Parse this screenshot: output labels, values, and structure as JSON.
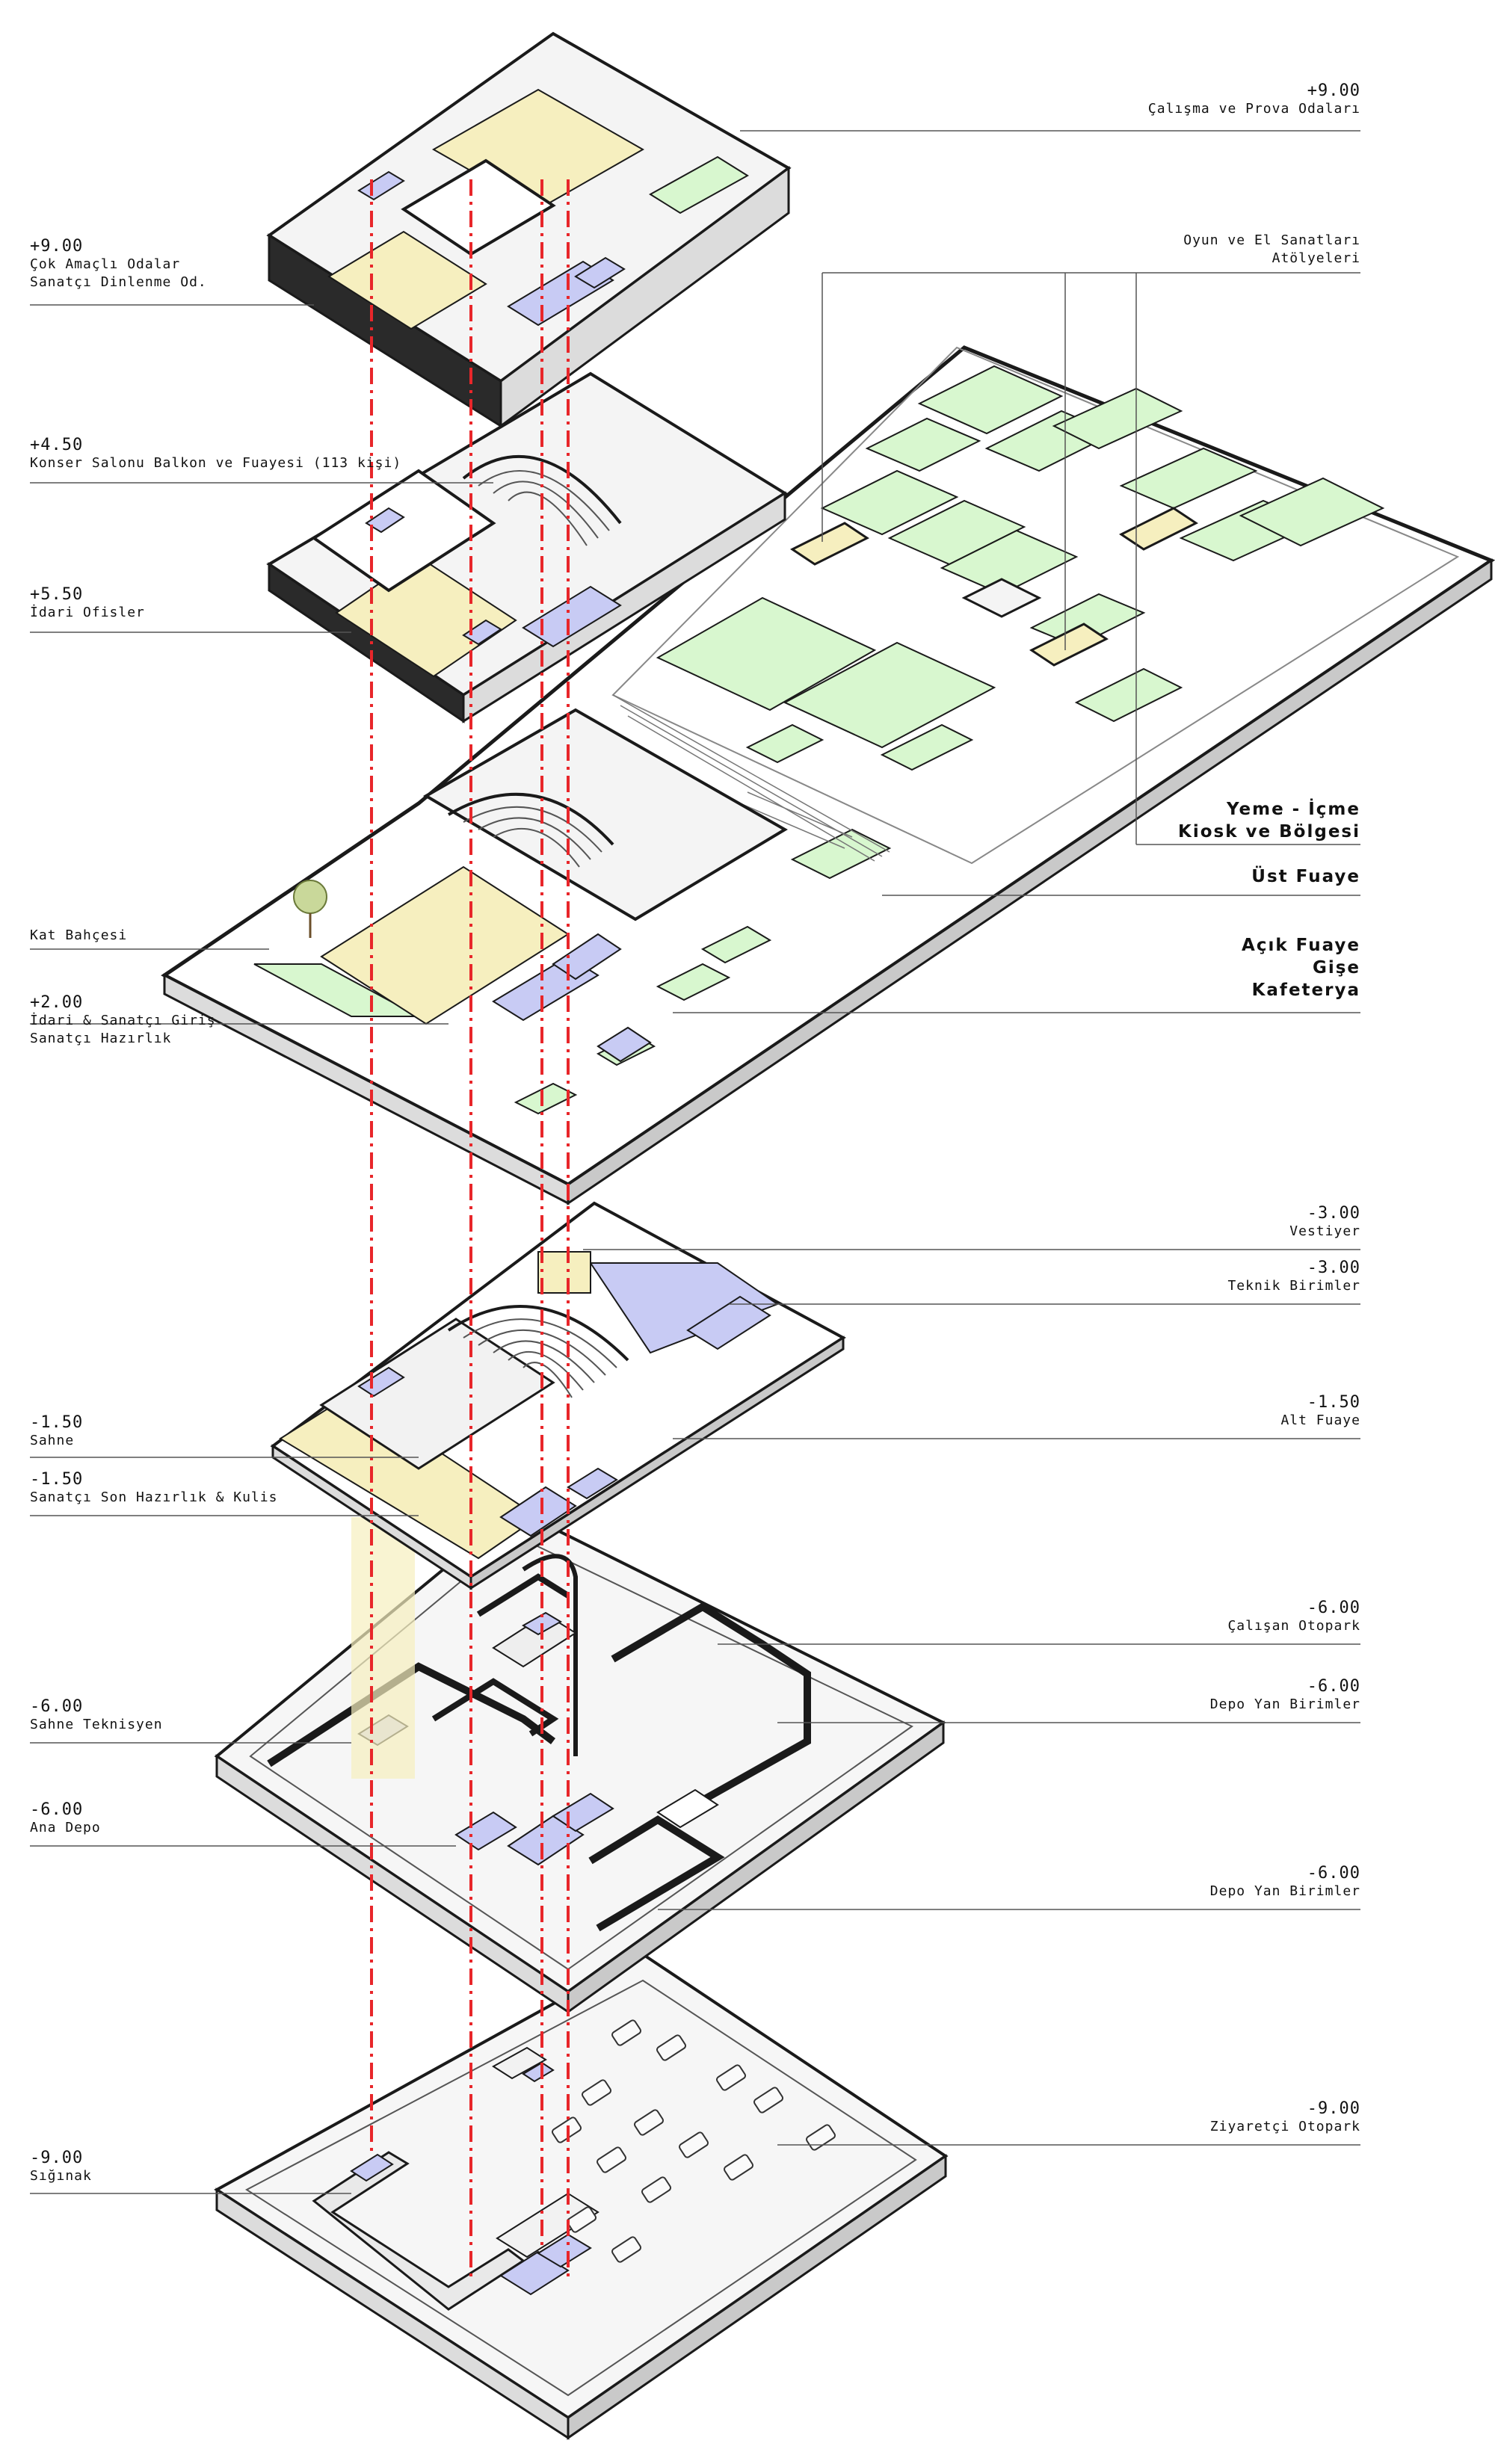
{
  "diagram_title": "",
  "colors": {
    "yellow": "#f6efbf",
    "blue": "#c8cbf4",
    "green": "#d8f7cf",
    "red_axis": "#e8262a",
    "outline": "#1a1a1a",
    "slab": "#f4f4f4"
  },
  "left_labels": [
    {
      "id": "L1",
      "level": "+9.00",
      "lines": [
        "Çok Amaçlı Odalar",
        "Sanatçı Dinlenme Od."
      ]
    },
    {
      "id": "L2",
      "level": "+4.50",
      "lines": [
        "Konser Salonu Balkon ve Fuayesi (113 kişi)"
      ]
    },
    {
      "id": "L3",
      "level": "+5.50",
      "lines": [
        "İdari Ofisler"
      ]
    },
    {
      "id": "L4",
      "level": "",
      "lines": [
        "Kat Bahçesi"
      ]
    },
    {
      "id": "L5",
      "level": "+2.00",
      "lines": [
        "İdari & Sanatçı Giriş",
        "Sanatçı Hazırlık"
      ]
    },
    {
      "id": "L6",
      "level": "-1.50",
      "lines": [
        "Sahne"
      ]
    },
    {
      "id": "L7",
      "level": "-1.50",
      "lines": [
        "Sanatçı Son Hazırlık & Kulis"
      ]
    },
    {
      "id": "L8",
      "level": "-6.00",
      "lines": [
        "Sahne Teknisyen"
      ]
    },
    {
      "id": "L9",
      "level": "-6.00",
      "lines": [
        "Ana Depo"
      ]
    },
    {
      "id": "L10",
      "level": "-9.00",
      "lines": [
        "Sığınak"
      ]
    }
  ],
  "right_labels": [
    {
      "id": "R1",
      "level": "+9.00",
      "lines": [
        "Çalışma ve Prova Odaları"
      ],
      "style": "small"
    },
    {
      "id": "R2",
      "level": "",
      "lines": [
        "Oyun ve El Sanatları",
        "Atölyeleri"
      ],
      "style": "small"
    },
    {
      "id": "R3",
      "level": "",
      "lines": [
        "Yeme - İçme",
        "Kiosk ve Bölgesi"
      ],
      "style": "big"
    },
    {
      "id": "R4",
      "level": "",
      "lines": [
        "Üst Fuaye"
      ],
      "style": "big"
    },
    {
      "id": "R5",
      "level": "",
      "lines": [
        "Açık Fuaye",
        "Gişe",
        "Kafeterya"
      ],
      "style": "big"
    },
    {
      "id": "R6",
      "level": "-3.00",
      "lines": [
        "Vestiyer"
      ],
      "style": "small"
    },
    {
      "id": "R7",
      "level": "-3.00",
      "lines": [
        "Teknik Birimler"
      ],
      "style": "small"
    },
    {
      "id": "R8",
      "level": "-1.50",
      "lines": [
        "Alt Fuaye"
      ],
      "style": "small"
    },
    {
      "id": "R9",
      "level": "-6.00",
      "lines": [
        "Çalışan Otopark"
      ],
      "style": "small"
    },
    {
      "id": "R10",
      "level": "-6.00",
      "lines": [
        "Depo Yan Birimler"
      ],
      "style": "small"
    },
    {
      "id": "R11",
      "level": "-6.00",
      "lines": [
        "Depo Yan Birimler"
      ],
      "style": "small"
    },
    {
      "id": "R12",
      "level": "-9.00",
      "lines": [
        "Ziyaretçi Otopark"
      ],
      "style": "small"
    }
  ]
}
